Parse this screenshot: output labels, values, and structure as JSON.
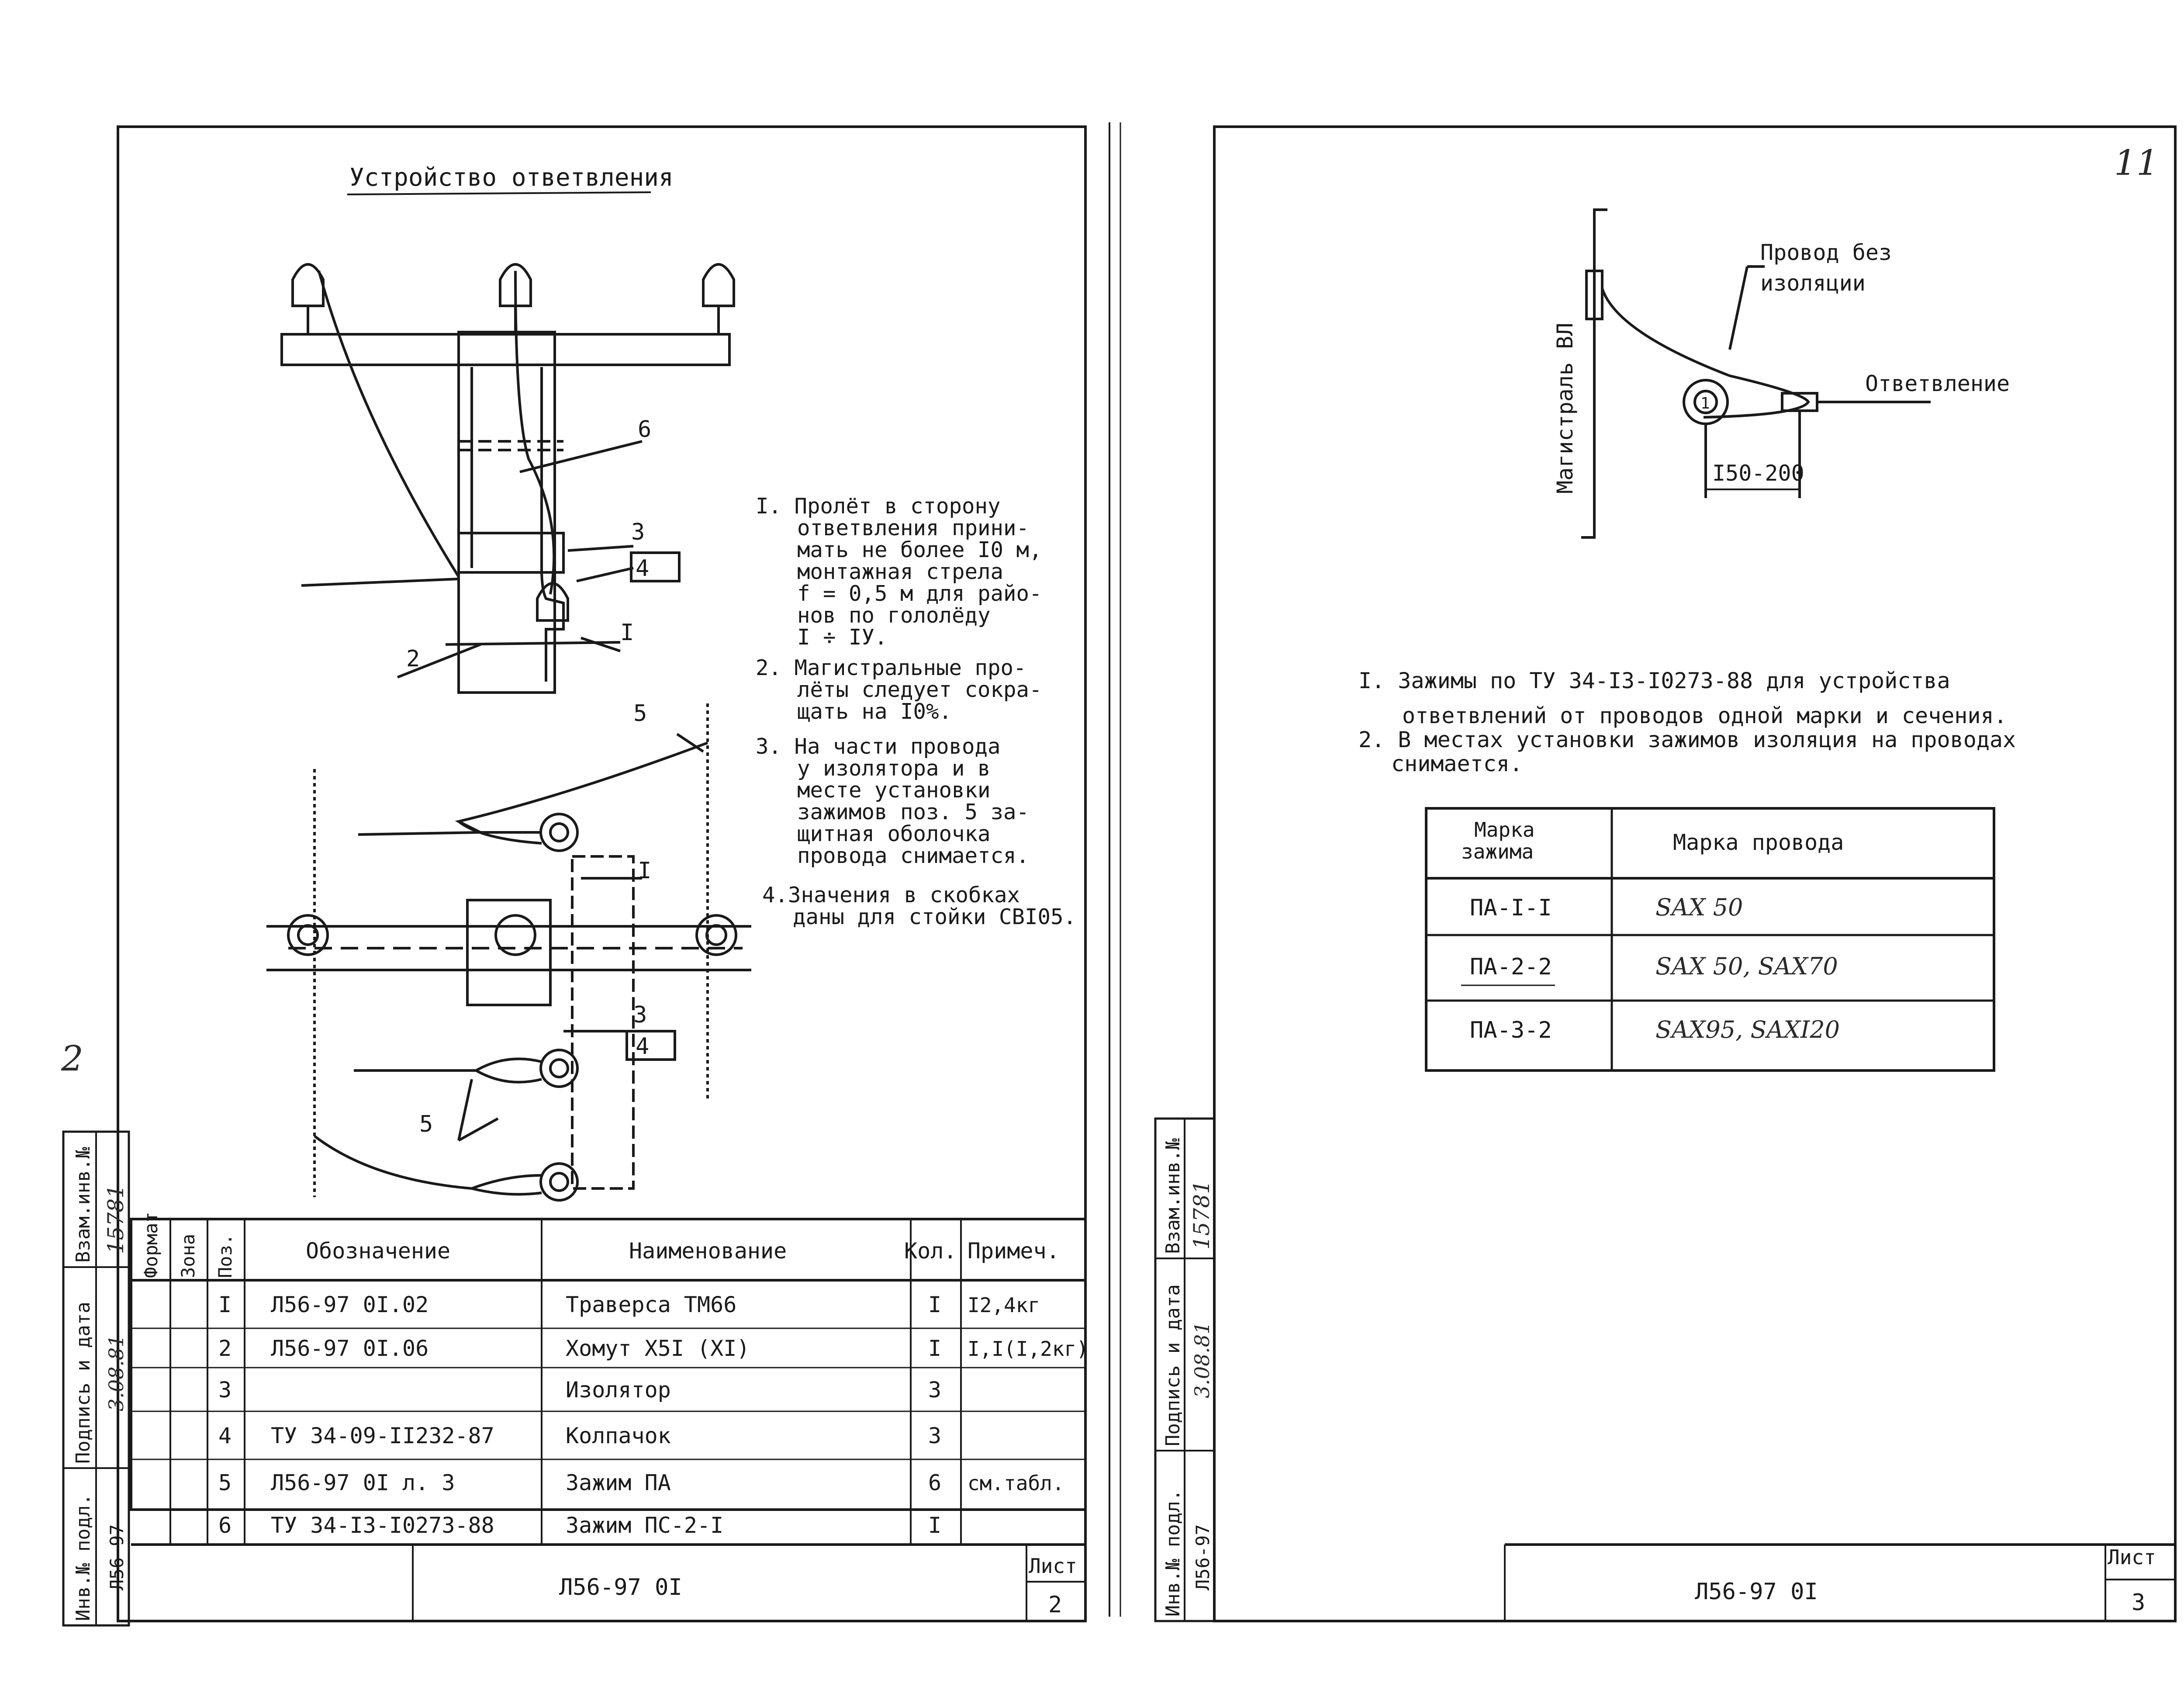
{
  "left_sheet": {
    "title": "Устройство ответвления",
    "callouts": {
      "c6": "6",
      "c3": "3",
      "c4": "4",
      "c1": "I",
      "c2": "2",
      "c5a": "5",
      "c1b": "I",
      "c3b": "3",
      "c4b": "4",
      "c5b": "5"
    },
    "notes": [
      [
        "I. Пролёт в сторону",
        "ответвления прини-",
        "мать не более I0 м,",
        "монтажная стрела",
        "f = 0,5 м для райо-",
        "нов по гололёду",
        "I ÷ IУ."
      ],
      [
        "2. Магистральные про-",
        "лёты следует сокра-",
        "щать на I0%."
      ],
      [
        "3. На части провода",
        "у изолятора и в",
        "месте установки",
        "зажимов поз. 5 за-",
        "щитная оболочка",
        "провода снимается."
      ],
      [
        "4.Значения в скобках",
        "даны для стойки СВI05."
      ]
    ],
    "spec_headers": {
      "format": "Формат",
      "zone": "Зона",
      "pos": "Поз.",
      "designation": "Обозначение",
      "name": "Наименование",
      "qty": "Кол.",
      "note": "Примеч."
    },
    "spec_rows": [
      {
        "pos": "I",
        "designation": "Л56-97   0I.02",
        "name": "Траверса ТМ66",
        "qty": "I",
        "note": "I2,4кг"
      },
      {
        "pos": "2",
        "designation": "Л56-97   0I.06",
        "name": "Хомут Х5I (ХI)",
        "qty": "I",
        "note": "I,I(I,2кг)"
      },
      {
        "pos": "3",
        "designation": "",
        "name": "Изолятор",
        "qty": "3",
        "note": ""
      },
      {
        "pos": "4",
        "designation": "ТУ 34-09-II232-87",
        "name": "Колпачок",
        "qty": "3",
        "note": ""
      },
      {
        "pos": "5",
        "designation": "Л56-97 0I л. 3",
        "name": "Зажим ПА",
        "qty": "6",
        "note": "см.табл."
      },
      {
        "pos": "6",
        "designation": "ТУ 34-I3-I0273-88",
        "name": "Зажим ПС-2-I",
        "qty": "I",
        "note": ""
      }
    ],
    "side_labels": {
      "inv": "Инв.№ подл.",
      "sign": "Подпись и дата",
      "vzam": "Взам.инв.№"
    },
    "side_values": {
      "inv": "Л56-97",
      "sign": "3.08.81",
      "vzam": "15781"
    },
    "margin_mark": "2",
    "stamp_code": "Л56-97 0I",
    "sheet_label": "Лист",
    "sheet_number": "2"
  },
  "right_sheet": {
    "page_mark": "11",
    "diagram_labels": {
      "wire": [
        "Провод без",
        "изоляции"
      ],
      "branch": "Ответвление",
      "main": "Магистраль ВЛ",
      "dim": "I50-200",
      "clamp": "1"
    },
    "notes": [
      [
        "I.  Зажимы по ТУ 34-I3-I0273-88 для устройства",
        "ответвлений от проводов одной марки и сечения."
      ],
      [
        "2. В местах установки зажимов изоляция на проводах",
        "снимается."
      ]
    ],
    "table_headers": {
      "clamp": [
        "Марка",
        "зажима"
      ],
      "wire": "Марка провода"
    },
    "table_rows": [
      {
        "clamp": "ПА-I-I",
        "wire": "SAX 50"
      },
      {
        "clamp": "ПА-2-2",
        "wire": "SAX 50, SAX70"
      },
      {
        "clamp": "ПА-3-2",
        "wire": "SAX95, SAXI20"
      }
    ],
    "side_labels": {
      "inv": "Инв.№ подл.",
      "sign": "Подпись и дата",
      "vzam": "Взам.инв.№"
    },
    "side_values": {
      "inv": "Л56-97",
      "sign": "3.08.81",
      "vzam": "15781"
    },
    "stamp_code": "Л56-97 0I",
    "sheet_label": "Лист",
    "sheet_number": "3"
  },
  "colors": {
    "ink": "#1a1a1a",
    "paper": "#ffffff"
  }
}
